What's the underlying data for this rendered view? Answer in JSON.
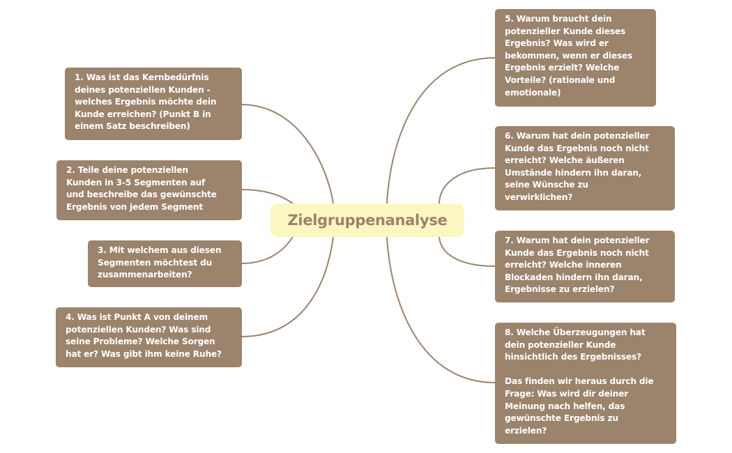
{
  "center": {
    "label": "Zielgruppenanalyse"
  },
  "colors": {
    "node_fill": "#9b836c",
    "node_text": "#ffffff",
    "center_fill": "#fcf7c0",
    "center_text": "#9b836c",
    "link": "#9b836c"
  },
  "nodes": [
    {
      "text": "1. Was ist das Kernbedürfnis\ndeines potenziellen Kunden -\nwelches Ergebnis möchte dein\nKunde erreichen? (Punkt B in\neinem Satz beschreiben)"
    },
    {
      "text": "2. Teile deine potenziellen\nKunden in 3-5 Segmenten auf\nund beschreibe das gewünschte\nErgebnis von jedem Segment"
    },
    {
      "text": "3. Mit welchem aus diesen\nSegmenten möchtest du\nzusammenarbeiten?"
    },
    {
      "text": "4. Was ist Punkt A von deinem\npotenziellen Kunden?  Was sind\nseine Probleme? Welche Sorgen\nhat er? Was gibt ihm keine Ruhe?"
    },
    {
      "text": "5. Warum braucht dein\npotenzieller Kunde dieses\nErgebnis? Was wird er\nbekommen, wenn er dieses\nErgebnis erzielt? Welche\nVorteile? (rationale und\nemotionale)"
    },
    {
      "text": "6.  Warum hat dein potenzieller\nKunde das Ergebnis noch nicht\nerreicht? Welche äußeren\nUmstände hindern ihn daran,\nseine Wünsche zu\nverwirklichen?"
    },
    {
      "text": "7. Warum hat dein potenzieller\nKunde das Ergebnis noch nicht\nerreicht? Welche inneren\nBlockaden hindern ihn daran,\nErgebnisse zu erzielen?"
    },
    {
      "text": "8. Welche Überzeugungen hat\ndein potenzieller Kunde\nhinsichtlich des Ergebnisses?\n\nDas finden wir heraus durch die\nFrage: Was wird dir deiner\nMeinung nach helfen, das\ngewünschte Ergebnis zu\nerzielen?"
    }
  ]
}
